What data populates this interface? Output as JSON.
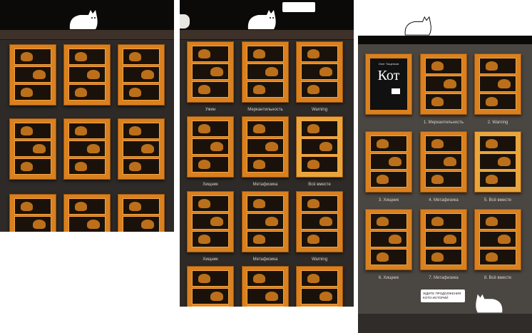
{
  "panel1": {
    "cards": 9
  },
  "panel2": {
    "labels": [
      "Ужин",
      "Меркантильность",
      "Warning",
      "Хищник",
      "Метафизика",
      "Всё вместе",
      "Хищник",
      "Метафизика",
      "Warning"
    ]
  },
  "panel3": {
    "cover": {
      "author": "Олег Тищенков",
      "title": "Кот"
    },
    "labels": [
      "1. Меркантильность",
      "2. Warning",
      "3. Хищник",
      "4. Метафизика",
      "5. Всё вместе",
      "6. Хищник",
      "7. Метафизика",
      "8. Всё вместе"
    ],
    "footer_bubble": "ЖДИТЕ ПРОДОЛЖЕНИЯ КОТО-ИСТОРИЙ"
  },
  "colors": {
    "page_orange": "#d9801f",
    "bg_dark": "#2e2a27",
    "bg_gray": "#4a4642"
  }
}
